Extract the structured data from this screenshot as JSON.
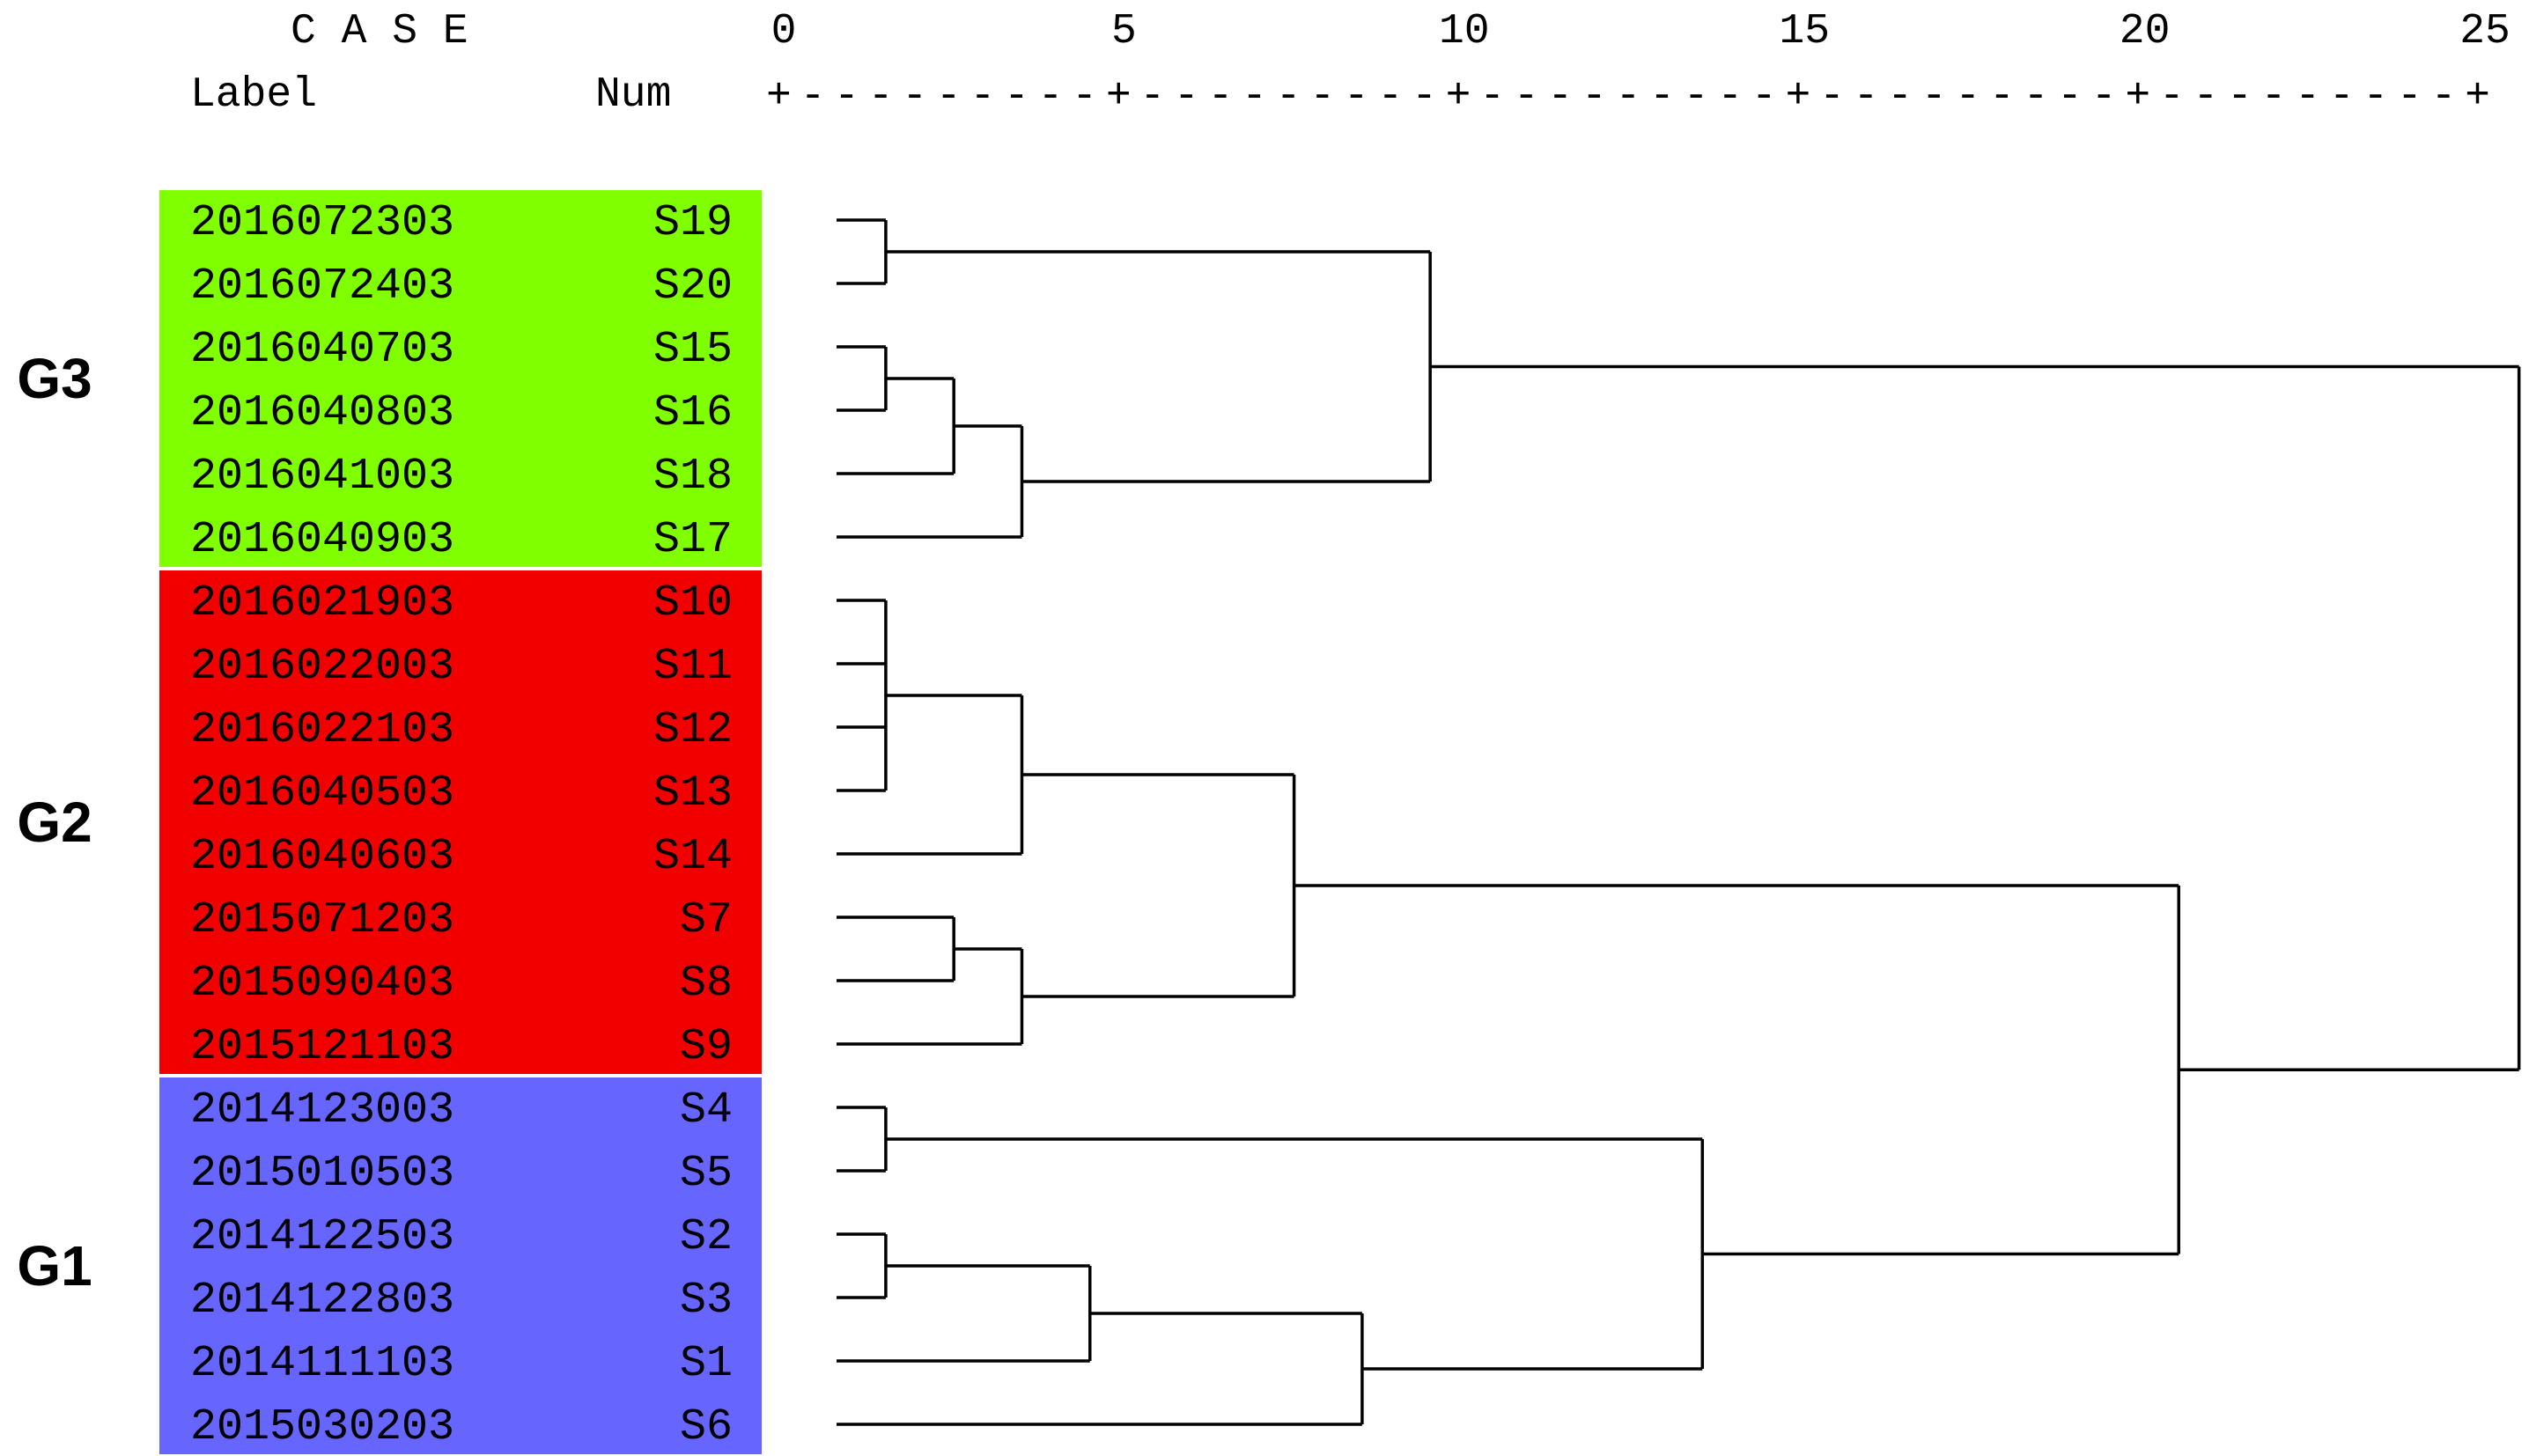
{
  "header": {
    "case_label": "C A S E",
    "col_label": "Label",
    "col_num": "Num",
    "scale_rule": "+---------+---------+---------+---------+---------+"
  },
  "axis": {
    "ticks": [
      0,
      5,
      10,
      15,
      20,
      25
    ],
    "range": [
      0,
      25
    ]
  },
  "groups": [
    {
      "name": "G3",
      "color": "#80ff00",
      "first_row": 0,
      "last_row": 5
    },
    {
      "name": "G2",
      "color": "#f20000",
      "first_row": 6,
      "last_row": 13
    },
    {
      "name": "G1",
      "color": "#6666ff",
      "first_row": 14,
      "last_row": 19
    }
  ],
  "cases": [
    {
      "label": "2016072303",
      "num": "S19"
    },
    {
      "label": "2016072403",
      "num": "S20"
    },
    {
      "label": "2016040703",
      "num": "S15"
    },
    {
      "label": "2016040803",
      "num": "S16"
    },
    {
      "label": "2016041003",
      "num": "S18"
    },
    {
      "label": "2016040903",
      "num": "S17"
    },
    {
      "label": "2016021903",
      "num": "S10"
    },
    {
      "label": "2016022003",
      "num": "S11"
    },
    {
      "label": "2016022103",
      "num": "S12"
    },
    {
      "label": "2016040503",
      "num": "S13"
    },
    {
      "label": "2016040603",
      "num": "S14"
    },
    {
      "label": "2015071203",
      "num": "S7"
    },
    {
      "label": "2015090403",
      "num": "S8"
    },
    {
      "label": "2015121103",
      "num": "S9"
    },
    {
      "label": "2014123003",
      "num": "S4"
    },
    {
      "label": "2015010503",
      "num": "S5"
    },
    {
      "label": "2014122503",
      "num": "S2"
    },
    {
      "label": "2014122803",
      "num": "S3"
    },
    {
      "label": "2014111103",
      "num": "S1"
    },
    {
      "label": "2015030203",
      "num": "S6"
    }
  ],
  "merges": [
    {
      "id": "m1",
      "children": [
        {
          "leaf": 0
        },
        {
          "leaf": 1
        }
      ],
      "distance": 1.5
    },
    {
      "id": "m2",
      "children": [
        {
          "leaf": 2
        },
        {
          "leaf": 3
        }
      ],
      "distance": 1.5
    },
    {
      "id": "m3",
      "children": [
        {
          "node": "m2"
        },
        {
          "leaf": 4
        }
      ],
      "distance": 2.5
    },
    {
      "id": "m4",
      "children": [
        {
          "node": "m3"
        },
        {
          "leaf": 5
        }
      ],
      "distance": 3.5
    },
    {
      "id": "m5",
      "children": [
        {
          "node": "m1"
        },
        {
          "node": "m4"
        }
      ],
      "distance": 9.5
    },
    {
      "id": "m6",
      "children": [
        {
          "leaf": 6
        },
        {
          "leaf": 7
        },
        {
          "leaf": 8
        },
        {
          "leaf": 9
        }
      ],
      "distance": 1.5
    },
    {
      "id": "m7",
      "children": [
        {
          "node": "m6"
        },
        {
          "leaf": 10
        }
      ],
      "distance": 3.5
    },
    {
      "id": "m8",
      "children": [
        {
          "leaf": 11
        },
        {
          "leaf": 12
        }
      ],
      "distance": 2.5
    },
    {
      "id": "m9",
      "children": [
        {
          "node": "m8"
        },
        {
          "leaf": 13
        }
      ],
      "distance": 3.5
    },
    {
      "id": "m10",
      "children": [
        {
          "node": "m7"
        },
        {
          "node": "m9"
        }
      ],
      "distance": 7.5
    },
    {
      "id": "m11",
      "children": [
        {
          "leaf": 14
        },
        {
          "leaf": 15
        }
      ],
      "distance": 1.5
    },
    {
      "id": "m12",
      "children": [
        {
          "leaf": 16
        },
        {
          "leaf": 17
        }
      ],
      "distance": 1.5
    },
    {
      "id": "m13",
      "children": [
        {
          "node": "m12"
        },
        {
          "leaf": 18
        }
      ],
      "distance": 4.5
    },
    {
      "id": "m14",
      "children": [
        {
          "node": "m13"
        },
        {
          "leaf": 19
        }
      ],
      "distance": 8.5
    },
    {
      "id": "m15",
      "children": [
        {
          "node": "m11"
        },
        {
          "node": "m14"
        }
      ],
      "distance": 13.5
    },
    {
      "id": "m16",
      "children": [
        {
          "node": "m10"
        },
        {
          "node": "m15"
        }
      ],
      "distance": 20.5
    },
    {
      "id": "m17",
      "children": [
        {
          "node": "m5"
        },
        {
          "node": "m16"
        }
      ],
      "distance": 25.5
    }
  ]
}
